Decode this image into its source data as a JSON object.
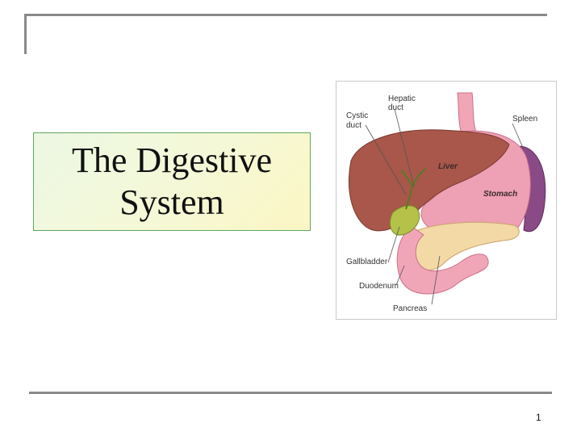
{
  "slide": {
    "title": "The Digestive\nSystem",
    "page_number": "1"
  },
  "figure": {
    "labels": {
      "hepatic_duct": "Hepatic\nduct",
      "cystic_duct": "Cystic\nduct",
      "spleen": "Spleen",
      "liver": "Liver",
      "stomach": "Stomach",
      "gallbladder": "Gallbladder",
      "duodenum": "Duodenum",
      "pancreas": "Pancreas"
    },
    "colors": {
      "liver": "#a8574a",
      "stomach": "#eea0b4",
      "spleen": "#8a4a86",
      "gallbladder": "#b4c24a",
      "pancreas": "#f3d9a6",
      "duodenum": "#f1a6b8"
    }
  }
}
